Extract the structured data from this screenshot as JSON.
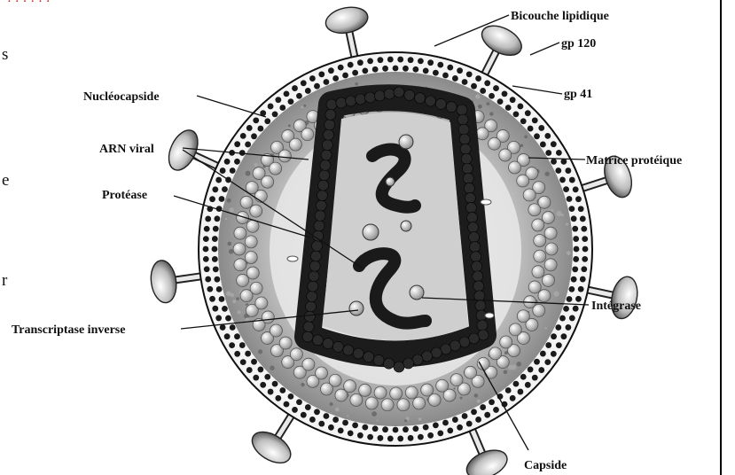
{
  "colors": {
    "ink": "#111111",
    "partial_header_red": "#cc1a1a",
    "membrane_dots": "#1a1a1a",
    "inner_capsid": "#1c1c1c",
    "bead_fill": "#d9d9d9"
  },
  "edge_fragments": {
    "header": "· · · · · ·",
    "s": "s",
    "e": "e",
    "r": "r"
  },
  "labels": {
    "bicouche": "Bicouche lipidique",
    "gp120": "gp 120",
    "gp41": "gp 41",
    "nucleocapside": "Nucléocapside",
    "arn": "ARN viral",
    "matrice": "Matrice protéique",
    "protease": "Protéase",
    "integrase": "Intégrase",
    "transcriptase": "Transcriptase inverse",
    "capside": "Capside"
  }
}
